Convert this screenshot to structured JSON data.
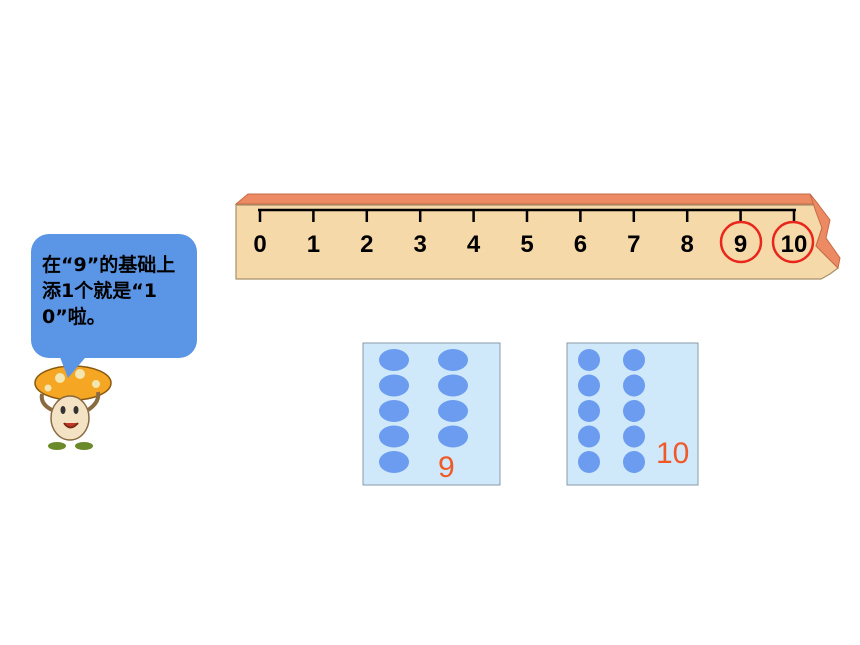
{
  "ruler": {
    "ticks": [
      "0",
      "1",
      "2",
      "3",
      "4",
      "5",
      "6",
      "7",
      "8",
      "9",
      "10"
    ],
    "circled": [
      "9",
      "10"
    ],
    "wood_color": "#f6d9a8",
    "edge_color": "#e9805a",
    "circle_color": "#e8261c"
  },
  "speech_bubble": {
    "text": "在“9”的基础上添1个就是“10”啦。",
    "color": "#5b95e6"
  },
  "cards": [
    {
      "label": "9",
      "counters": [
        5,
        4
      ],
      "shown_value": 9
    },
    {
      "label": "10",
      "counters": [
        5,
        5
      ],
      "shown_value": 10
    }
  ],
  "colors": {
    "counter": "#6b9cf0",
    "card_bg": "#cfe9fb",
    "number": "#f05a28"
  },
  "icons": [
    "mushroom-character-icon"
  ]
}
